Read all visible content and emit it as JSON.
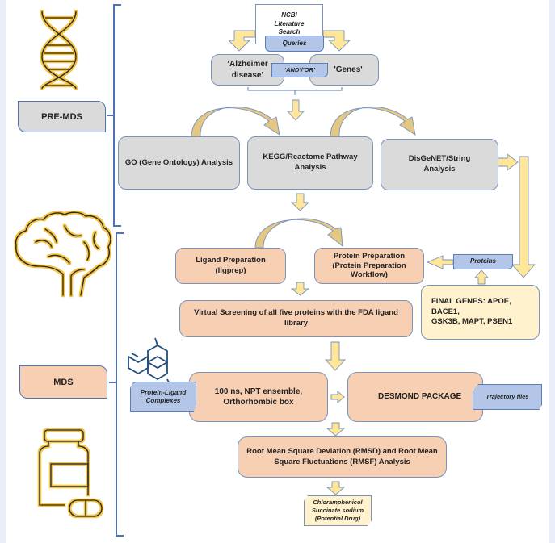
{
  "stages": {
    "pre_mds": "PRE-MDS",
    "mds": "MDS"
  },
  "search": {
    "source": "NCBI Literature Search",
    "source_lines": [
      "NCBI",
      "Literature",
      "Search"
    ],
    "queries_label": "Queries",
    "term_disease": "‘Alzheimer disease’",
    "term_disease_lines": [
      "‘Alzheimer",
      "disease’"
    ],
    "operator": "‘AND’/’OR’",
    "term_genes": "'Genes'"
  },
  "analyses": {
    "go": "GO (Gene Ontology) Analysis",
    "kegg_lines": [
      "KEGG/Reactome Pathway",
      "Analysis"
    ],
    "disgenet_lines": [
      "DisGeNET/String",
      "Analysis"
    ]
  },
  "final_genes": {
    "lines": [
      "FINAL GENES: APOE, BACE1,",
      "GSK3B, MAPT, PSEN1"
    ]
  },
  "proteins_label": "Proteins",
  "preparation": {
    "ligand_lines": [
      "Ligand Preparation",
      "(ligprep)"
    ],
    "protein_lines": [
      "Protein Preparation",
      "(Protein Preparation",
      "Workflow)"
    ]
  },
  "screening_lines": [
    "Virtual Screening of all five proteins with the FDA ligand",
    "library"
  ],
  "md": {
    "complexes_lines": [
      "Protein-Ligand",
      "Complexes"
    ],
    "settings_lines": [
      "100 ns, NPT ensemble,",
      "Orthorhombic box"
    ],
    "package": "DESMOND PACKAGE",
    "trajectory": "Trajectory files"
  },
  "analysis_rmsd_lines": [
    "Root Mean Square Deviation (RMSD) and Root Mean",
    "Square Fluctuations (RMSF) Analysis"
  ],
  "result_lines": [
    "Chloramphenicol",
    "Succinate sodium",
    "(Potential Drug)"
  ],
  "icons": {
    "dna": "dna-helix-icon",
    "brain": "brain-icon",
    "molecule": "hexagon-molecule-icon",
    "medicine": "medicine-bottle-icon"
  },
  "colors": {
    "arrow_fill": "#ffe699",
    "bracket": "#4f72b4",
    "gray_box": "#dadada",
    "peach_box": "#f7cfb2",
    "cream_box": "#fff2cc",
    "blue_tag": "#b4c6e7",
    "icon_gold": "#f5c542",
    "icon_dark": "#2b2b2b",
    "molecule": "#1f4e79"
  }
}
